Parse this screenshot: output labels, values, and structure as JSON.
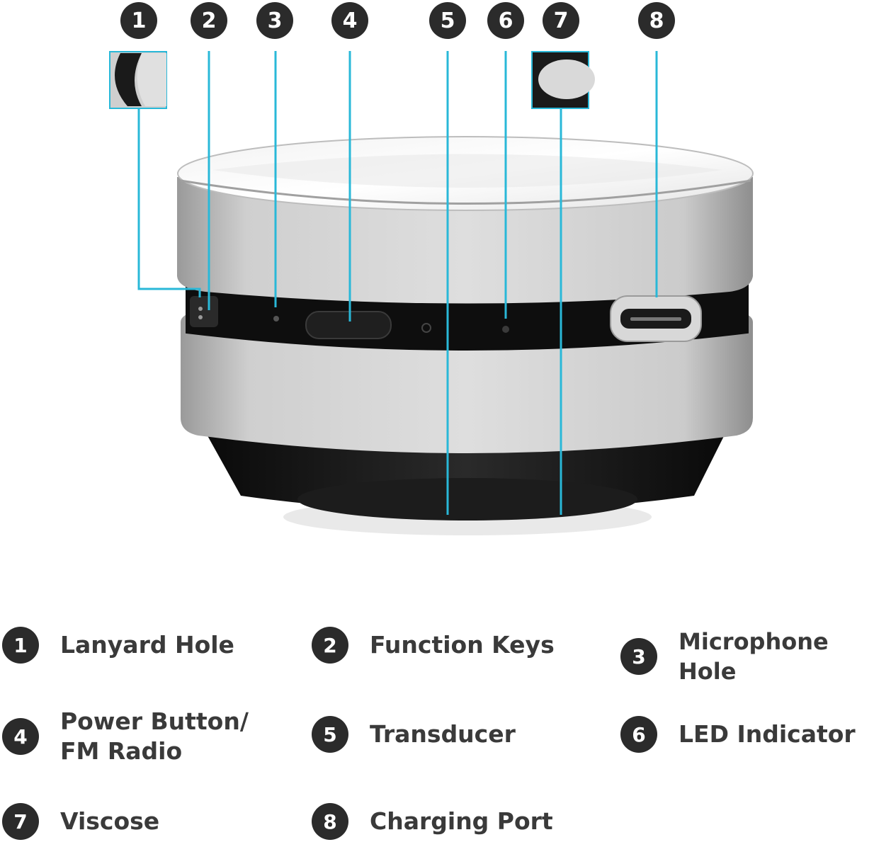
{
  "callouts": [
    {
      "number": "1"
    },
    {
      "number": "2"
    },
    {
      "number": "3"
    },
    {
      "number": "4"
    },
    {
      "number": "5"
    },
    {
      "number": "6"
    },
    {
      "number": "7"
    },
    {
      "number": "8"
    }
  ],
  "legend": [
    {
      "number": "1",
      "label": "Lanyard Hole"
    },
    {
      "number": "2",
      "label": "Function Keys"
    },
    {
      "number": "3",
      "label": "Microphone Hole"
    },
    {
      "number": "4",
      "label": "Power Button/\nFM Radio"
    },
    {
      "number": "5",
      "label": "Transducer"
    },
    {
      "number": "6",
      "label": "LED Indicator"
    },
    {
      "number": "7",
      "label": "Viscose"
    },
    {
      "number": "8",
      "label": "Charging Port"
    }
  ],
  "colors": {
    "leader_line": "#29b8d8",
    "badge": "#2b2b2b",
    "label_text": "#3a3a3a",
    "aluminum": "#c8c8c8",
    "dark_band": "#111111"
  },
  "icons": {
    "product": "bone-conduction-speaker",
    "inset_1": "lanyard-hole-closeup",
    "inset_7": "viscose-pad-closeup"
  }
}
